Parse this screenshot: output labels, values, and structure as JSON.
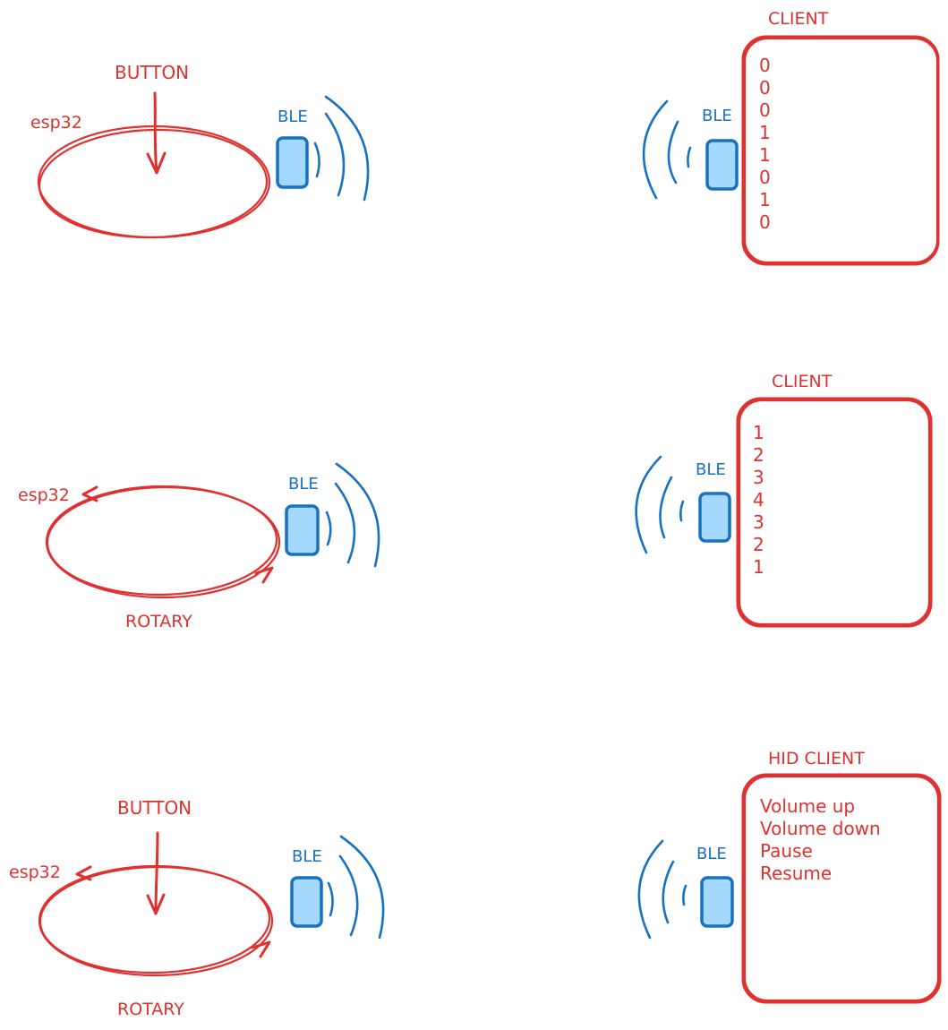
{
  "diagram1": {
    "device_label": "esp32",
    "input_label": "BUTTON",
    "radio_label": "BLE",
    "client": {
      "title": "CLIENT",
      "radio_label": "BLE",
      "lines": [
        "0",
        "0",
        "0",
        "1",
        "1",
        "0",
        "1",
        "0"
      ]
    }
  },
  "diagram2": {
    "device_label": "esp32",
    "input_label": "ROTARY",
    "radio_label": "BLE",
    "client": {
      "title": "CLIENT",
      "radio_label": "BLE",
      "lines": [
        "1",
        "2",
        "3",
        "4",
        "3",
        "2",
        "1"
      ]
    }
  },
  "diagram3": {
    "device_label": "esp32",
    "button_label": "BUTTON",
    "rotary_label": "ROTARY",
    "radio_label": "BLE",
    "client": {
      "title": "HID CLIENT",
      "radio_label": "BLE",
      "lines": [
        "Volume up",
        "Volume down",
        "Pause",
        "Resume"
      ]
    }
  },
  "colors": {
    "device": "#e03131",
    "radio": "#1971c2",
    "radio_fill": "#a5d8ff"
  }
}
